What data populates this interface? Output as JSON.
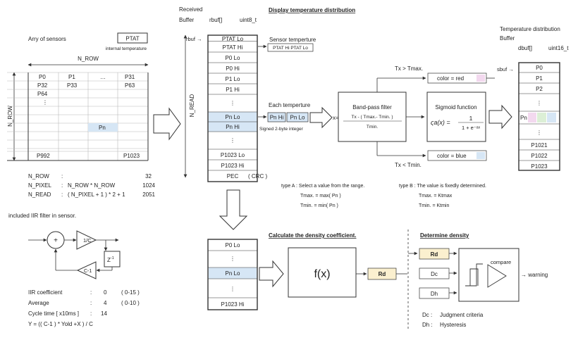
{
  "sensors": {
    "title": "Arry of sensors",
    "ptat_label": "PTAT",
    "ptat_caption": "internal temperature",
    "n_row_label": "N_ROW",
    "cells": {
      "r0c0": "P0",
      "r0c1": "P1",
      "r0c2": "…",
      "r0c4": "P31",
      "r1c0": "P32",
      "r1c1": "P33",
      "r1c4": "P63",
      "r2c0": "P64",
      "r3c0": "⋮",
      "pn": "Pn",
      "last0": "P992",
      "last4": "P1023"
    },
    "stats": [
      {
        "name": "N_ROW",
        "sep": ":",
        "formula": "",
        "value": "32"
      },
      {
        "name": "N_PIXEL",
        "sep": ":",
        "formula": "N_ROW * N_ROW",
        "value": "1024"
      },
      {
        "name": "N_READ",
        "sep": ":",
        "formula": "( N_PIXEL + 1 ) * 2 + 1",
        "value": "2051"
      }
    ]
  },
  "iir": {
    "title": "included IIR filter in sensor.",
    "plus": "+",
    "gain": "1/C",
    "feedback": "C-1",
    "delay": "Z",
    "delay_sup": "-1",
    "params": [
      {
        "name": "IIR coefficient",
        "sep": ":",
        "value": "0",
        "range": "( 0-15 )"
      },
      {
        "name": "Average",
        "sep": ":",
        "value": "4",
        "range": "( 0-10 )"
      },
      {
        "name": "Cycle time [ x10ms ]",
        "sep": ":",
        "value": "14",
        "range": ""
      }
    ],
    "equation": "Y = (( C-1 ) * Yold +X ) / C"
  },
  "rbuf": {
    "title_line1": "Received",
    "title_line2": "Buffer",
    "name": "rbuf[]",
    "type": "uint8_t",
    "pointer": "rbuf →",
    "n_read": "N_READ",
    "rows": [
      "PTAT Lo",
      "PTAT Hi",
      "P0 Lo",
      "P0 Hi",
      "P1 Lo",
      "P1 Hi",
      "⋮",
      "Pn Lo",
      "Pn Hi",
      "⋮",
      "P1023 Lo",
      "P1023 Hi",
      "PEC"
    ],
    "crc": "( CRC )"
  },
  "display": {
    "title": "Display temperature distribution",
    "sensor_temp_label": "Sensor temperture",
    "sensor_temp_box": "PTAT Hi PTAT Lo",
    "each_temp_label": "Each temperture",
    "pn_hi": "Pn Hi",
    "pn_lo": "Pn Lo",
    "signed_note": "Signed 2-byte integer",
    "x_label": "x=",
    "bandpass_title": "Band-pass filter",
    "bandpass_numerator": "Tx - ( Tmax.- Tmin. )",
    "bandpass_denominator": "Tmin.",
    "sigmoid_title": "Sigmoid function",
    "sigmoid_lhs": "ςa(x) =",
    "sigmoid_num": "1",
    "sigmoid_den": "1 + e⁻ᵃˣ",
    "tx_gt": "Tx > Tmax.",
    "tx_lt": "Tx < Tmin.",
    "color_red": "color = red",
    "color_blue": "color = blue",
    "type_a": "type A : Select a value from the range.",
    "type_a_max": "Tmax. = max( Pn )",
    "type_a_min": "Tmin. = min( Pn )",
    "type_b": "type B : The value is fixedly determined.",
    "type_b_max": "Tmax. = Ktmax",
    "type_b_min": "Tmin. = Ktmin"
  },
  "dbuf": {
    "title_line1": "Temperature distribution",
    "title_line2": "Buffer",
    "name": "dbuf[]",
    "type": "uint16_t",
    "pointer": "sbuf →",
    "rows": [
      "P0",
      "P1",
      "P2",
      "⋮",
      "Pn",
      "⋮",
      "P1021",
      "P1022",
      "P1023"
    ]
  },
  "density": {
    "calc_title": "Calculate the density coefficient.",
    "determine_title": "Determine density",
    "lower_rows": [
      "P0 Lo",
      "⋮",
      "Pn Lo",
      "⋮",
      "P1023 Hi"
    ],
    "fx": "f(x)",
    "rd_out": "Rd",
    "rd": "Rd",
    "dc": "Dc",
    "dh": "Dh",
    "compare": "compare",
    "warning": "→ warning",
    "legend_dc_key": "Dc :",
    "legend_dc": "Judgment criteria",
    "legend_dh_key": "Dh :",
    "legend_dh": "Hysteresis"
  },
  "colors": {
    "line": "#333333",
    "highlight_blue": "#d6e6f5",
    "highlight_pink": "#f3d9ef",
    "highlight_green": "#dcefd6",
    "highlight_yellow": "#fbf0cf",
    "grid": "#b8b8b8"
  }
}
